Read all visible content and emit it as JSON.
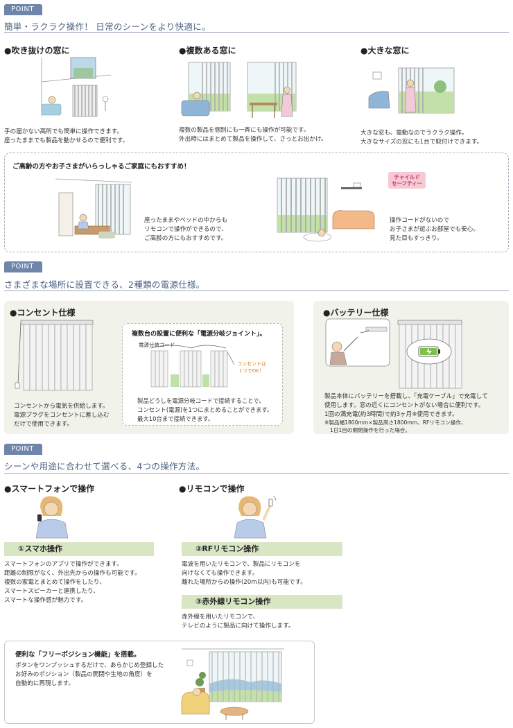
{
  "sections": [
    {
      "point": "POINT",
      "heading": "簡単・ラクラク操作！ 日常のシーンをより快適に。"
    },
    {
      "point": "POINT",
      "heading": "さまざまな場所に設置できる、2種類の電源仕様。"
    },
    {
      "point": "POINT",
      "heading": "シーンや用途に合わせて選べる、4つの操作方法。"
    }
  ],
  "scenes": [
    {
      "title": "●吹き抜けの窓に",
      "lines": [
        "手の届かない高所でも簡単に操作できます。",
        "座ったままでも製品を動かせるので便利です。"
      ]
    },
    {
      "title": "●複数ある窓に",
      "lines": [
        "複数の製品を個別にも一斉にも操作が可能です。",
        "外出時にはまとめて製品を操作して、さっとお出かけ。"
      ]
    },
    {
      "title": "●大きな窓に",
      "lines": [
        "大きな窓も、電動なのでラクラク操作。",
        "大きなサイズの窓にも1台で取付けできます。"
      ]
    }
  ],
  "recommend": {
    "title": "ご高齢の方やお子さまがいらっしゃるご家庭にもおすすめ！",
    "left_lines": [
      "座ったままやベッドの中からも",
      "リモコンで操作ができるので、",
      "ご高齢の方にもおすすめです。"
    ],
    "badge": [
      "チャイルド",
      "セーフティー"
    ],
    "right_lines": [
      "操作コードがないので",
      "お子さまが遊ぶお部屋でも安心。",
      "見た目もすっきり。"
    ]
  },
  "outlet": {
    "title": "●コンセント仕様",
    "lines": [
      "コンセントから電気を供給します。",
      "電源プラグをコンセントに差し込む",
      "だけで使用できます。"
    ],
    "joint_title": "複数台の設置に便利な「電源分岐ジョイント」。",
    "cord_label": "電源分岐コード",
    "note": [
      "コンセントは",
      "1つでOK！"
    ],
    "joint_lines": [
      "製品どうしを電源分岐コードで接続することで、",
      "コンセント(電源)を1つにまとめることができます。",
      "最大10台まで接続できます。"
    ]
  },
  "battery": {
    "title": "●バッテリー仕様",
    "lines": [
      "製品本体にバッテリーを搭載し、「充電ケーブル」で充電して",
      "使用します。窓の近くにコンセントがない場合に便利です。",
      "1回の満充電(約3時間)で約3ヶ月※使用できます。"
    ],
    "notes": [
      "※製品幅1800mm×製品高さ1800mm、RFリモコン操作、",
      "1日1回の開閉操作を行った場合。"
    ]
  },
  "methods": {
    "smartphone": {
      "title": "●スマートフォンで操作",
      "bar": "①スマホ操作",
      "lines": [
        "スマートフォンのアプリで操作ができます。",
        "距離の制限がなく、外出先からの操作も可能です。",
        "複数の家電とまとめて操作をしたり、",
        "スマートスピーカーと連携したり、",
        "スマートな操作感が魅力です。"
      ]
    },
    "remote": {
      "title": "●リモコンで操作",
      "rf_bar": "②RFリモコン操作",
      "rf_lines": [
        "電波を用いたリモコンで、製品にリモコンを",
        "向けなくても操作できます。",
        "離れた場所からの操作(20m以内)も可能です。"
      ],
      "ir_bar": "③赤外線リモコン操作",
      "ir_lines": [
        "赤外線を用いたリモコンで、",
        "テレビのように製品に向けて操作します。"
      ]
    }
  },
  "free_position": {
    "title": "便利な「フリーポジション機能」を搭載。",
    "lines": [
      "ボタンをワンプッシュするだけで、あらかじめ登録した",
      "お好みのポジション（製品の開閉や生地の角度）を",
      "自動的に再現します。"
    ]
  },
  "colors": {
    "accent": "#6f86aa",
    "heading": "#4a5f80",
    "green_bar": "#d9e6c4",
    "panel": "#f1f2ea",
    "orange": "#d77b19",
    "pink": "#f7c9d4"
  }
}
